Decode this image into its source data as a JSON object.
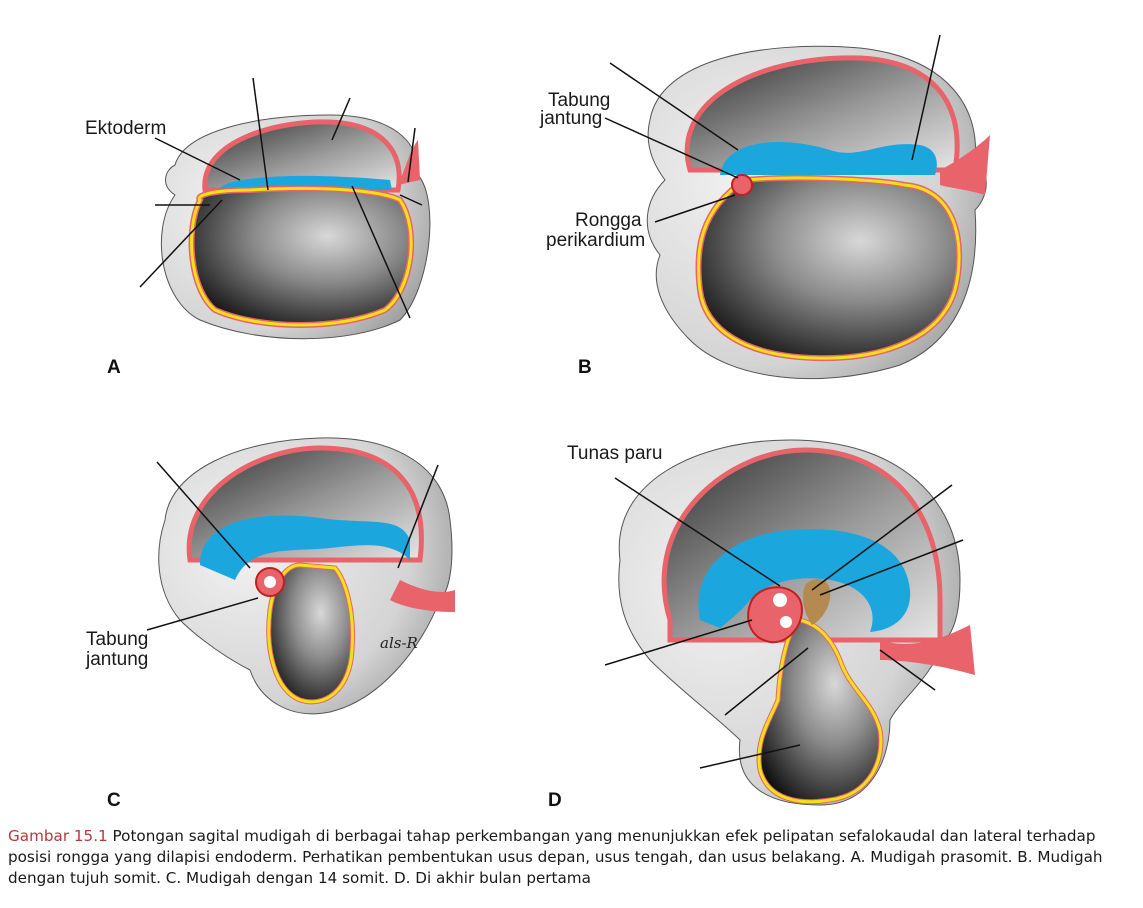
{
  "panels": {
    "A": {
      "letter": "A",
      "labels": {
        "ektoderm": "Ektoderm"
      }
    },
    "B": {
      "letter": "B",
      "labels": {
        "tabung_line1": "Tabung",
        "tabung_line2": "jantung",
        "rongga_line1": "Rongga",
        "rongga_line2": "perikardium"
      }
    },
    "C": {
      "letter": "C",
      "labels": {
        "tabung_line1": "Tabung",
        "tabung_line2": "jantung"
      },
      "signature": "als-R"
    },
    "D": {
      "letter": "D",
      "labels": {
        "tunas_paru": "Tunas paru"
      }
    }
  },
  "caption": {
    "figure_label": "Gambar 15.1",
    "text": " Potongan sagital mudigah di berbagai tahap perkembangan yang menunjukkan efek pelipatan sefalokaudal dan lateral terhadap posisi rongga yang dilapisi endoderm. Perhatikan pembentukan usus depan, usus tengah, dan usus belakang. A. Mudigah prasomit. B. Mudigah dengan tujuh somit. C. Mudigah dengan 14 somit. D. Di akhir bulan pertama"
  },
  "colors": {
    "ectoderm_red": "#e8636a",
    "endoderm_yellow": "#f2e11a",
    "amnion_blue": "#1ca6de",
    "cavity_dark": "#202020",
    "outer_gray": "#d9d9d9",
    "caption_accent": "#b23a3a"
  }
}
